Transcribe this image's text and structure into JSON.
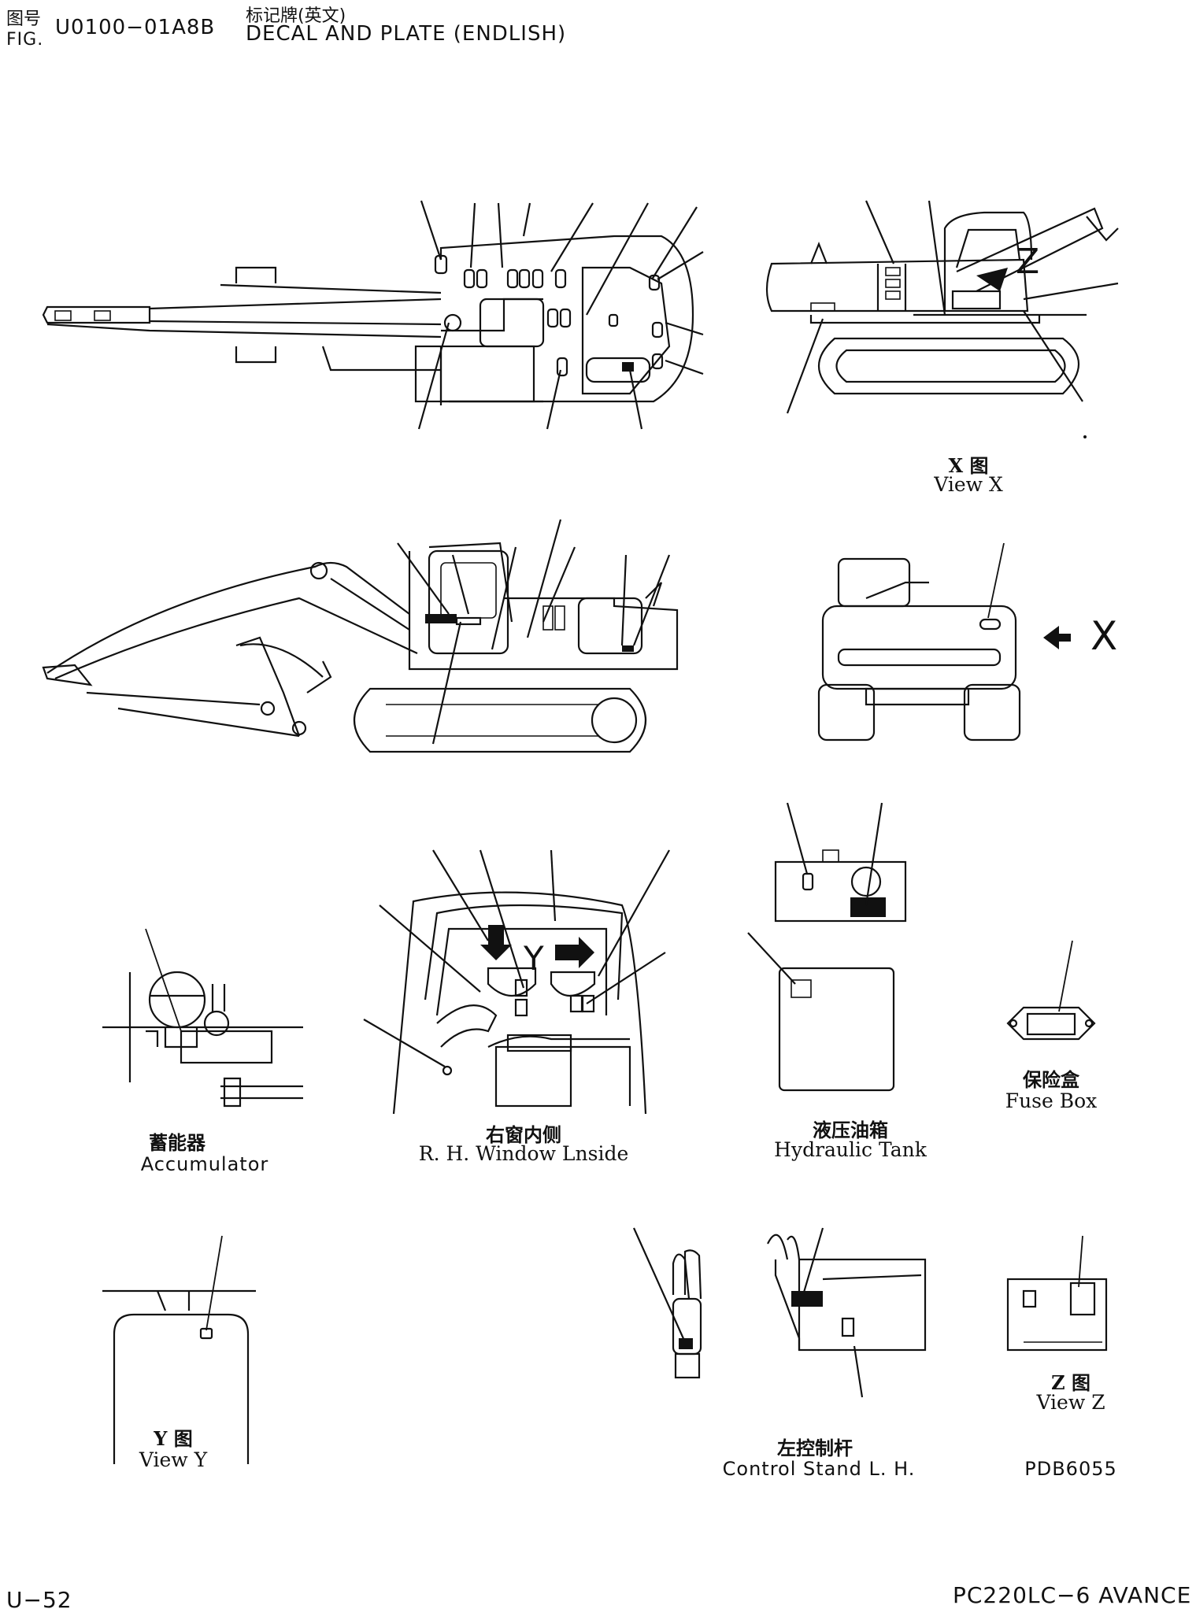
{
  "header": {
    "fig_label_cn": "图号",
    "fig_label_en": "FIG.",
    "fig_number": "U0100−01A8B",
    "title_cn": "标记牌(英文)",
    "title_en": "DECAL AND PLATE (ENDLISH)"
  },
  "views": {
    "view_x": {
      "cn": "X 图",
      "en": "View X"
    },
    "accumulator": {
      "cn": "蓄能器",
      "en": "Accumulator"
    },
    "rh_window": {
      "cn": "右窗内侧",
      "en": "R. H. Window Lnside"
    },
    "hydraulic_tank": {
      "cn": "液压油箱",
      "en": "Hydraulic Tank"
    },
    "fuse_box": {
      "cn": "保险盒",
      "en": "Fuse Box"
    },
    "view_y": {
      "cn": "Y 图",
      "en": "View Y"
    },
    "control_stand": {
      "cn": "左控制杆",
      "en": "Control Stand L. H."
    },
    "view_z": {
      "cn": "Z 图",
      "en": "View Z"
    }
  },
  "marks": {
    "x": "X",
    "y": "Y",
    "z": "Z"
  },
  "drawing_code": "PDB6055",
  "footer": {
    "page": "U−52",
    "model": "PC220LC−6 AVANCE"
  }
}
